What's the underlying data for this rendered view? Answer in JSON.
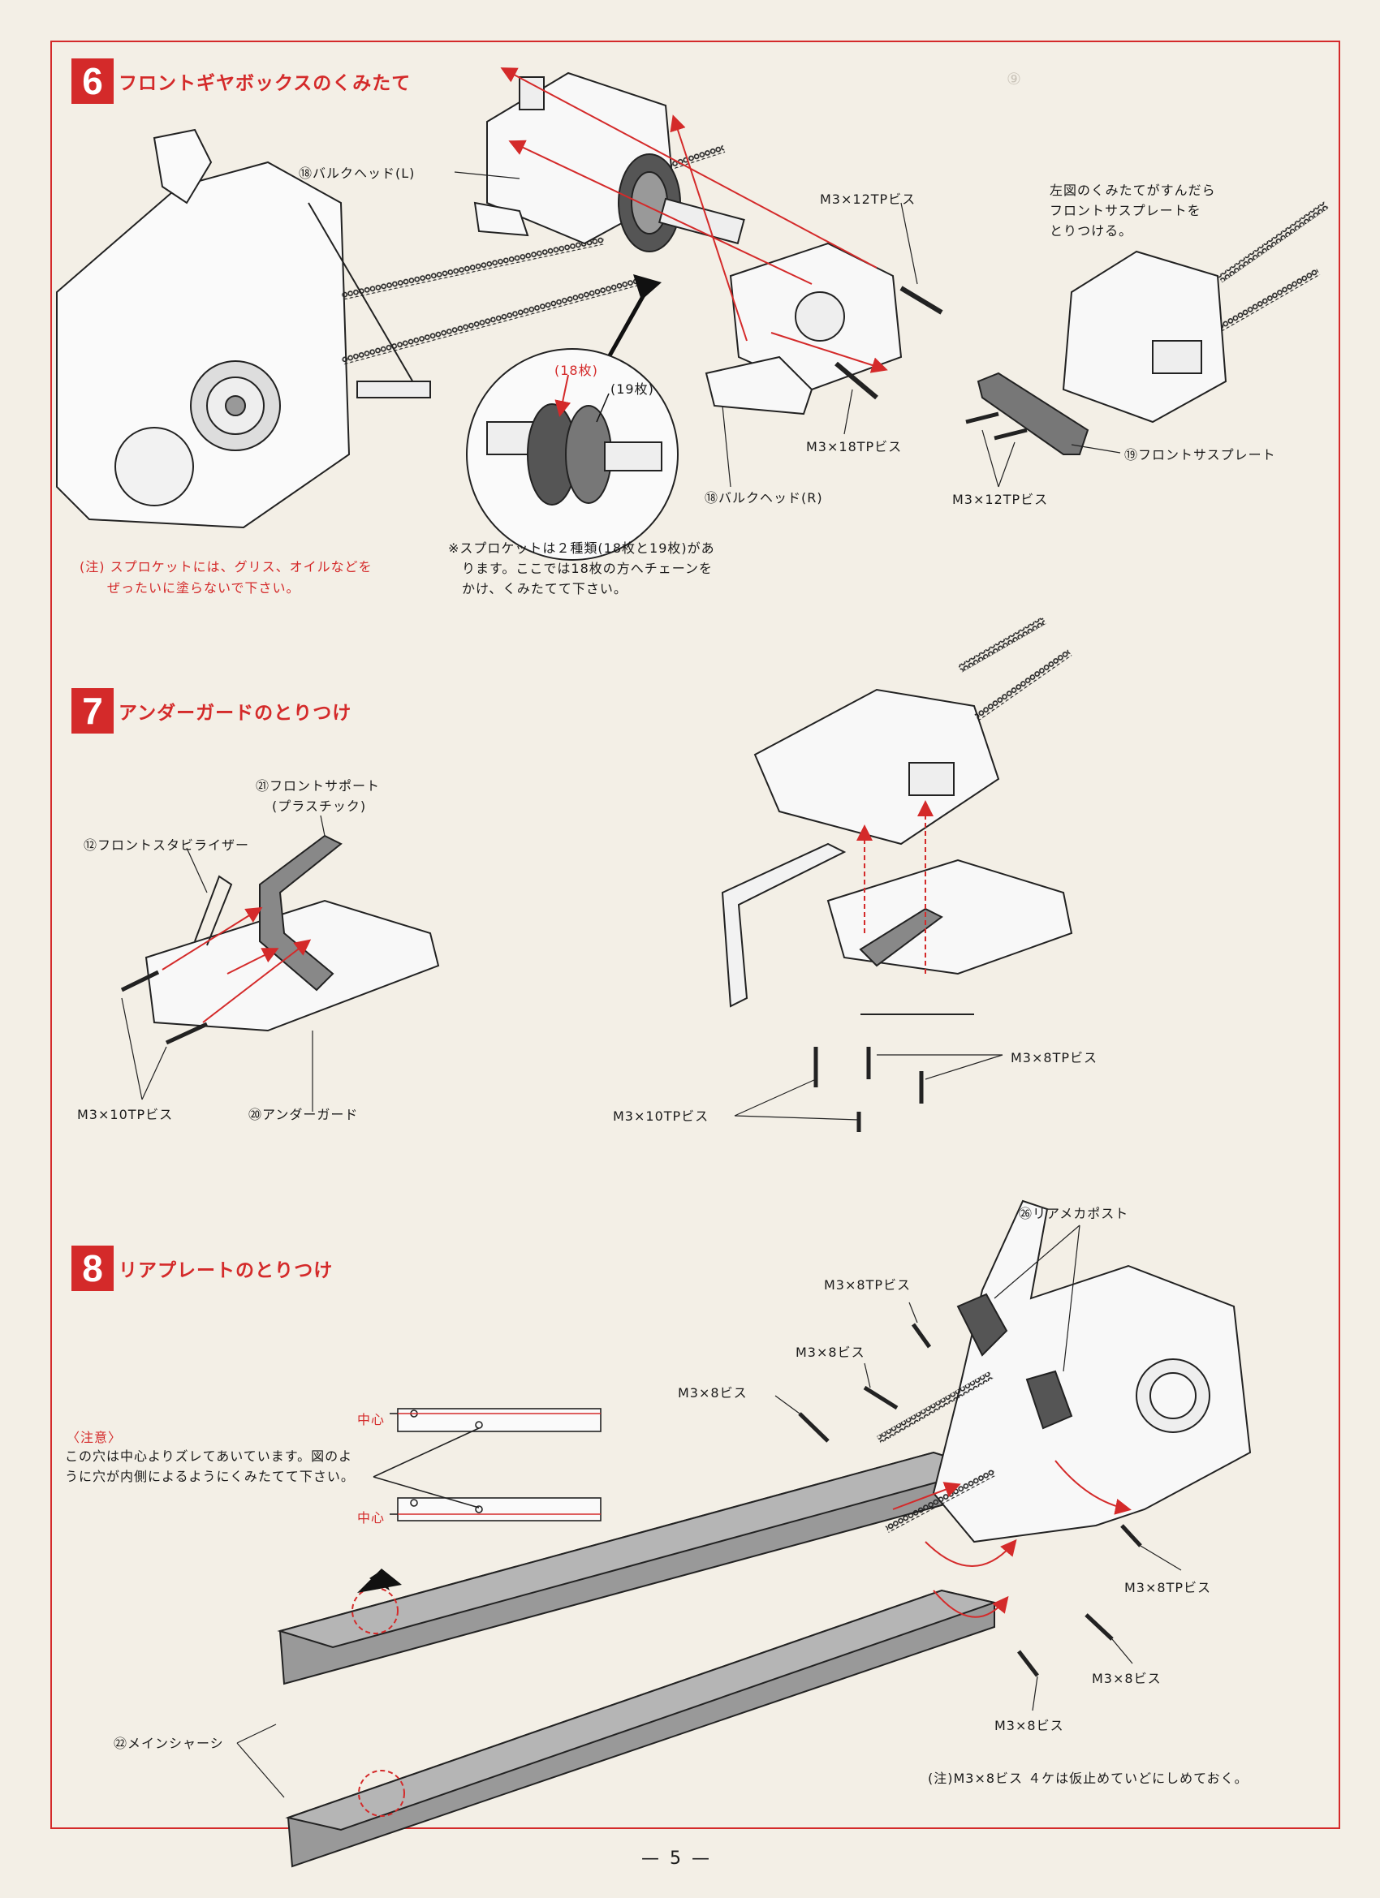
{
  "page_number": "— 5 —",
  "section6": {
    "number": "6",
    "title": "フロントギヤボックスのくみたて",
    "labels": {
      "bulkhead_l": "⑱バルクヘッド(L)",
      "screw_12_top": "M3×12TPビス",
      "screw_18": "M3×18TPビス",
      "bulkhead_r": "⑱バルクヘッド(R)",
      "sprocket_18": "(18枚)",
      "sprocket_19": "(19枚)",
      "front_sus_plate": "⑲フロントサスプレート",
      "screw_12_bottom": "M3×12TPビス"
    },
    "right_note": "左図のくみたてがすんだら\nフロントサスプレートを\nとりつける。",
    "sprocket_note": "※スプロケットは２種類(18枚と19枚)があ\n　ります。ここでは18枚の方へチェーンを\n　かけ、くみたてて下さい。",
    "caution": "(注) スプロケットには、グリス、オイルなどを\n　　ぜったいに塗らないで下さい。"
  },
  "section7": {
    "number": "7",
    "title": "アンダーガードのとりつけ",
    "labels": {
      "front_support": "㉑フロントサポート",
      "front_support_sub": "(プラスチック)",
      "stabilizer": "⑫フロントスタビライザー",
      "screw_10_left": "M3×10TPビス",
      "under_guard": "⑳アンダーガード",
      "screw_8": "M3×8TPビス",
      "screw_10_right": "M3×10TPビス"
    }
  },
  "section8": {
    "number": "8",
    "title": "リアプレートのとりつけ",
    "labels": {
      "rear_mecha_post": "㉖リアメカポスト",
      "screw_8tp_a": "M3×8TPビス",
      "screw_8_a": "M3×8ビス",
      "screw_8_b": "M3×8ビス",
      "screw_8tp_b": "M3×8TPビス",
      "screw_8_c": "M3×8ビス",
      "screw_8_d": "M3×8ビス",
      "main_chassis": "㉒メインシャーシ",
      "center_1": "中心",
      "center_2": "中心"
    },
    "caution_title": "〈注意〉",
    "caution_text": "この穴は中心よりズレてあいています。図のよ\nうに穴が内側によるようにくみたてて下さい。",
    "bottom_note": "(注)M3×8ビス ４ケは仮止めていどにしめておく。"
  },
  "colors": {
    "accent_red": "#d42a2a",
    "paper": "#f3efe6",
    "ink": "#1a1a1a",
    "part_gray": "#8d8d8d"
  }
}
